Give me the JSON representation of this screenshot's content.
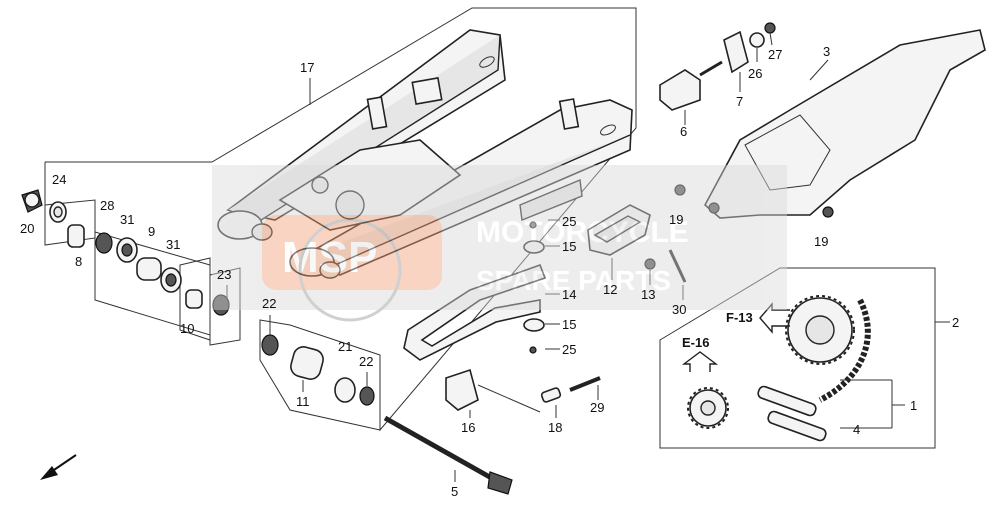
{
  "diagram": {
    "callouts": {
      "c1": "1",
      "c2": "2",
      "c3": "3",
      "c4": "4",
      "c5": "5",
      "c6": "6",
      "c7": "7",
      "c8": "8",
      "c9": "9",
      "c10": "10",
      "c11": "11",
      "c12": "12",
      "c13": "13",
      "c14": "14",
      "c15a": "15",
      "c15b": "15",
      "c16": "16",
      "c17": "17",
      "c18": "18",
      "c19a": "19",
      "c19b": "19",
      "c20": "20",
      "c21": "21",
      "c22a": "22",
      "c22b": "22",
      "c23": "23",
      "c24": "24",
      "c25a": "25",
      "c25b": "25",
      "c26": "26",
      "c27": "27",
      "c28": "28",
      "c29": "29",
      "c30": "30",
      "c31a": "31",
      "c31b": "31"
    },
    "refs": {
      "f13": "F-13",
      "e16": "E-16"
    },
    "watermark": {
      "logo": "MSP",
      "line1": "MOTORCYCLE",
      "line2": "SPARE PARTS",
      "accent": "#f2a27a"
    }
  }
}
